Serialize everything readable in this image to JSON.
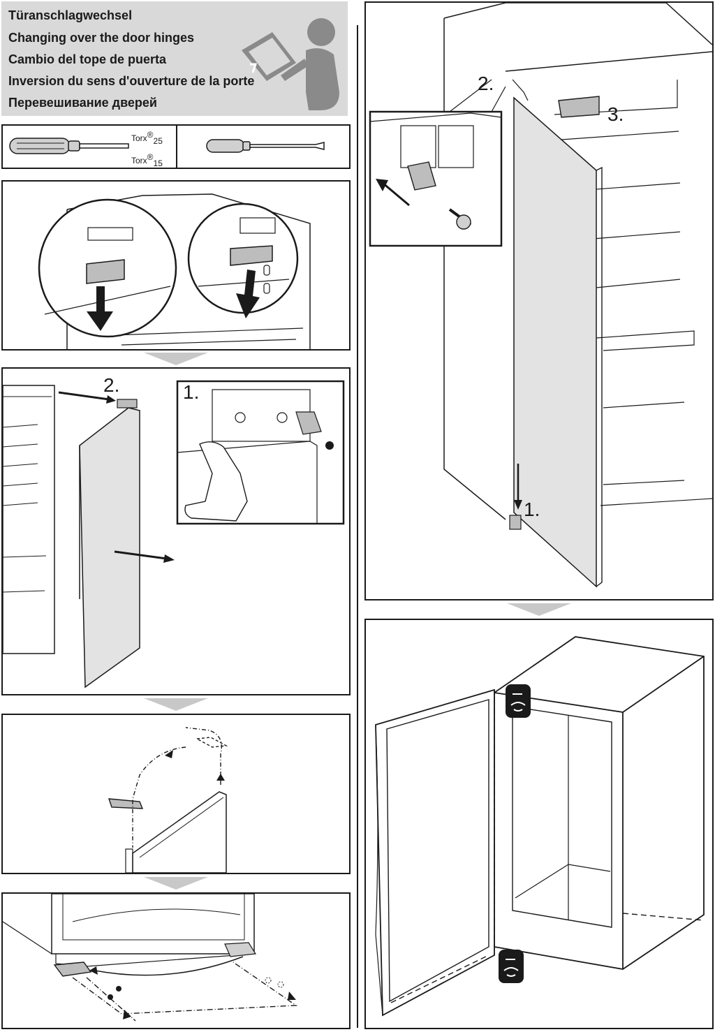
{
  "header": {
    "titles": [
      "Türanschlagwechsel",
      "Changing over the door hinges",
      "Cambio del tope de puerta",
      "Inversion du sens d'ouverture de la porte",
      "Перевешивание дверей"
    ]
  },
  "tools": {
    "torx_brand": "Torx",
    "registered": "®",
    "torx_size_a": "25",
    "torx_size_b": "15"
  },
  "steps": {
    "panel2_step1": "1.",
    "panel2_step2": "2.",
    "panel5_step1": "1.",
    "panel5_step2": "2.",
    "panel5_step3": "3."
  },
  "colors": {
    "header_band": "#d9d9d9",
    "line": "#1a1a1a",
    "flow_arrow": "#c8c8c8",
    "part_grey": "#bdbdbd",
    "door_grey": "#e3e3e3"
  }
}
